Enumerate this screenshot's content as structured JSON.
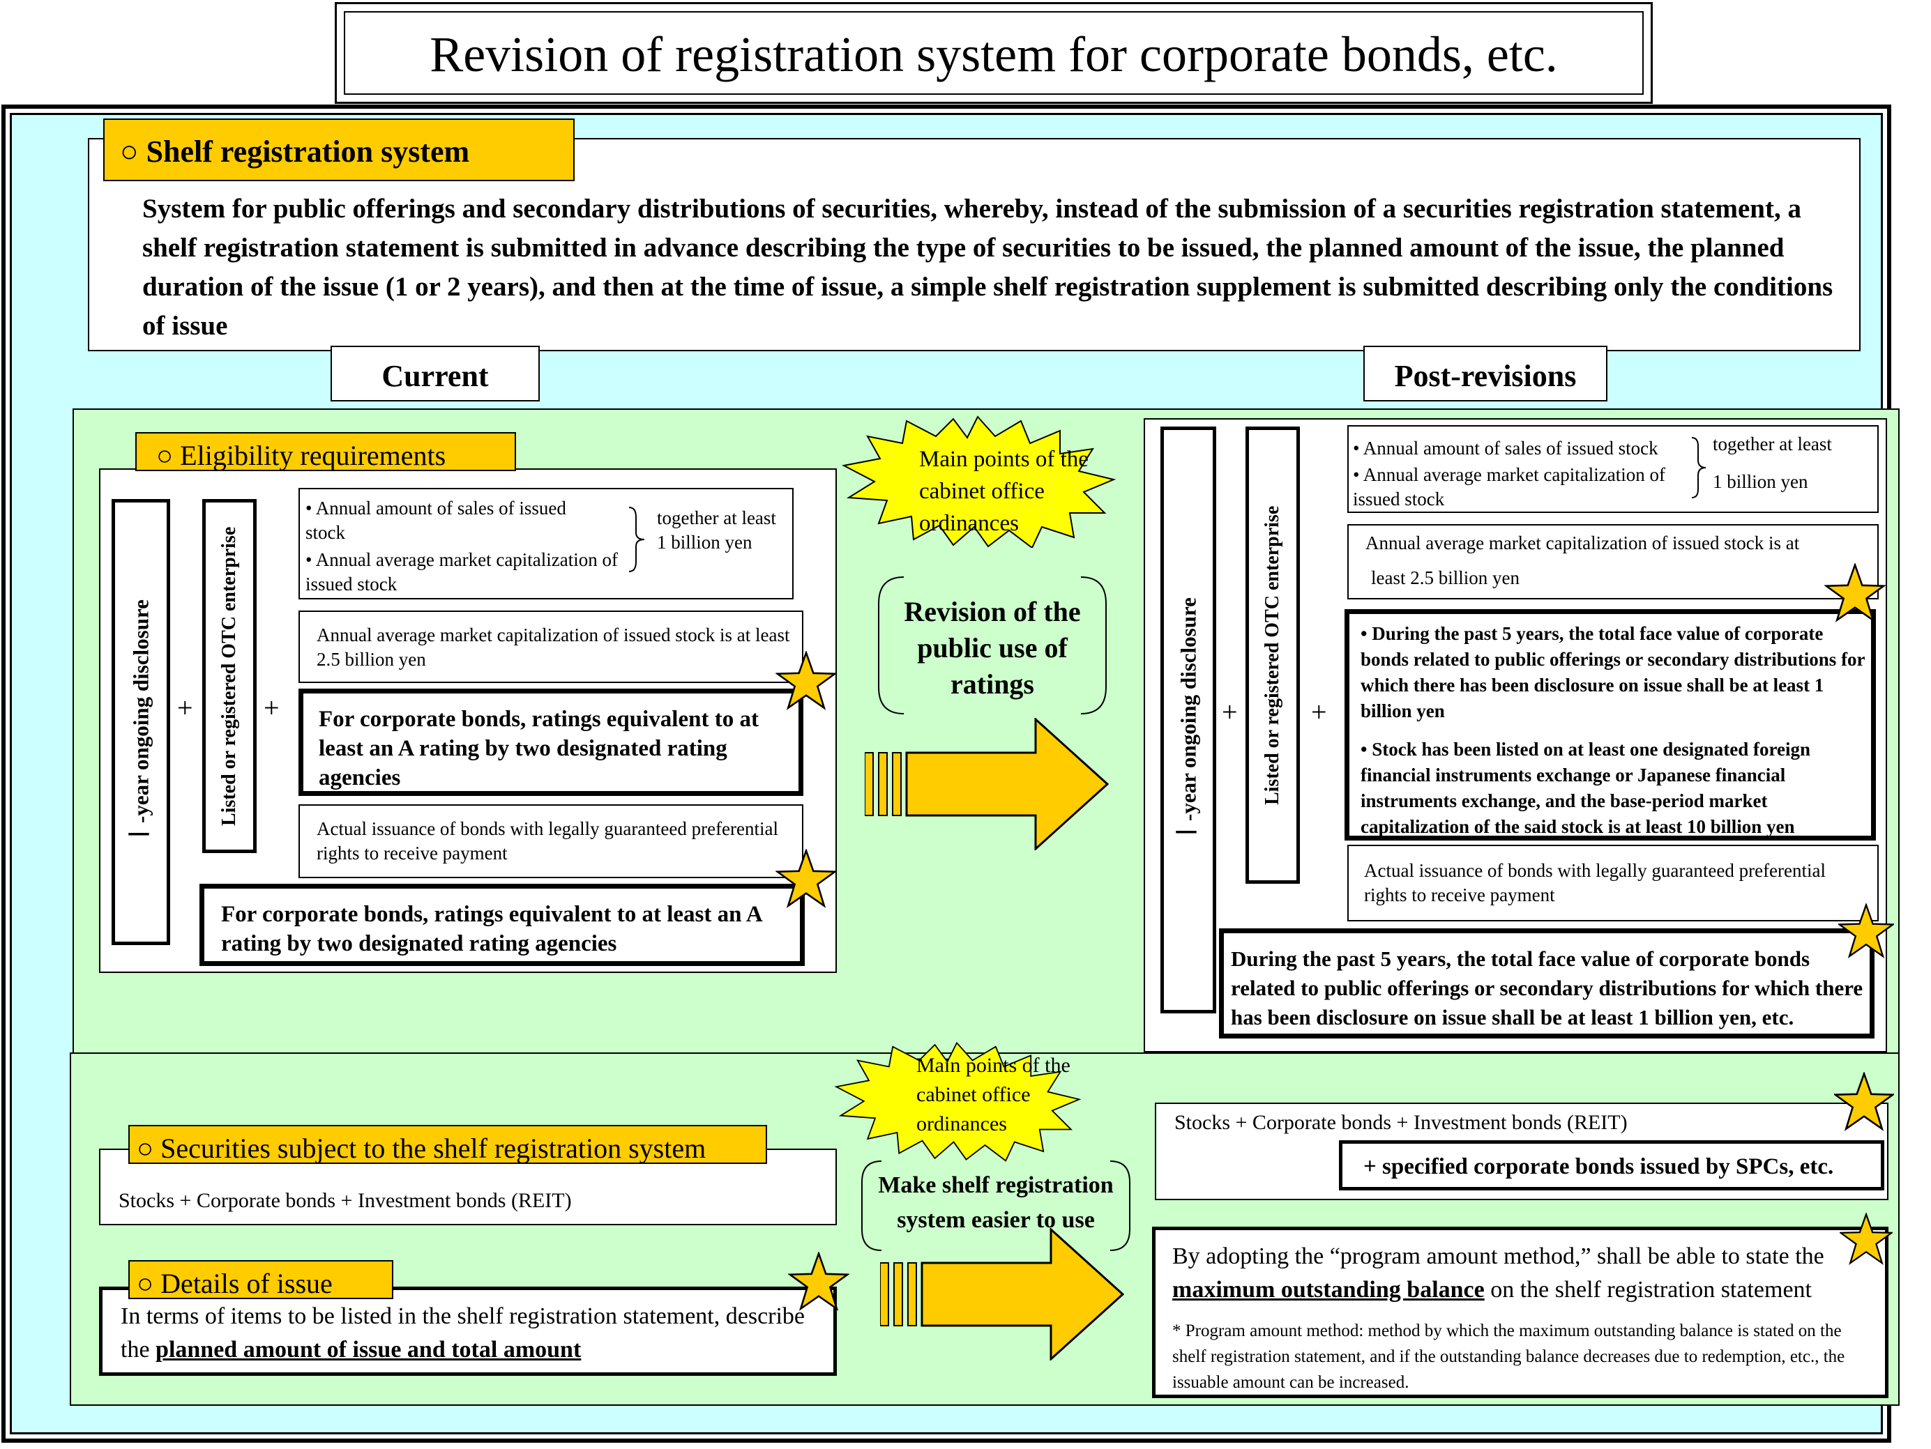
{
  "title": "Revision of registration system for corporate bonds, etc.",
  "shelf": {
    "heading": "Shelf registration system",
    "description": "System for public offerings and secondary distributions of securities, whereby, instead of the submission of a securities registration statement, a shelf registration statement is submitted in advance describing the type of securities to be issued, the planned amount of the issue, the planned duration of the issue (1 or 2 years), and then at the time of issue, a simple shelf registration supplement is submitted describing only the conditions of issue"
  },
  "tabs": {
    "current": "Current",
    "post": "Post-revisions"
  },
  "eligibility": {
    "heading": "Eligibility requirements",
    "disclosure_label": "一-year ongoing disclosure",
    "listed_label": "Listed or registered OTC enterprise",
    "plus": "+",
    "current": {
      "sales_bullet": "• Annual amount of sales of issued stock",
      "cap_bullet": "• Annual average market capitalization of issued stock",
      "together": "together at least 1 billion yen",
      "cap25": "Annual average market capitalization of issued stock is at least 2.5 billion yen",
      "ratings": "For corporate bonds, ratings equivalent to at least an A rating by two designated rating agencies",
      "guaranteed": "Actual issuance of bonds with legally guaranteed preferential rights to receive payment",
      "ratings2": "For corporate bonds, ratings equivalent to at least an A rating by two designated rating agencies"
    },
    "post": {
      "sales_bullet": "• Annual amount of sales of issued stock",
      "cap_bullet": "• Annual average market capitalization of issued stock",
      "together1": "together at least",
      "together2": "1 billion yen",
      "cap25_a": "Annual average market capitalization of issued stock is at",
      "cap25_b": "least 2.5 billion yen",
      "past5": "• During the past 5 years, the total face value of corporate bonds related to public offerings or secondary distributions for which there has been disclosure on issue shall be at least 1 billion yen",
      "foreign": "• Stock has been listed on at least one designated foreign financial instruments exchange or Japanese financial instruments exchange, and the base-period market capitalization of the said stock is at least 10 billion yen",
      "guaranteed": "Actual issuance of bonds with legally guaranteed preferential rights to receive payment",
      "past5b": "During the past 5 years, the total face value of corporate bonds related to public offerings or secondary distributions for which there has been disclosure on issue shall be at least 1 billion yen, etc."
    }
  },
  "burst1": "Main points of the cabinet office ordinances",
  "burst2": "Main points of the cabinet office ordinances",
  "middle1": "Revision of the public use of ratings",
  "middle2": "Make shelf registration system easier to use",
  "securities": {
    "heading": "Securities subject to the shelf registration system",
    "current": "Stocks + Corporate bonds + Investment bonds (REIT)",
    "post": "Stocks + Corporate bonds + Investment bonds (REIT)",
    "post_extra": "+ specified corporate bonds issued by SPCs, etc."
  },
  "details": {
    "heading": "Details of issue",
    "current_pre": "In terms of items to be listed in the shelf registration statement, describe the ",
    "current_ul": "planned amount of issue and total amount",
    "post_pre": "By adopting the “program amount method,” shall be able to state the ",
    "post_ul": "maximum outstanding balance",
    "post_post": " on the shelf registration statement",
    "note": "* Program amount method: method by which the maximum outstanding balance is stated on the shelf registration statement, and if the outstanding balance decreases due to redemption, etc., the issuable amount can be increased."
  },
  "colors": {
    "outer": "#ccffff",
    "panel": "#ccffcc",
    "accent": "#ffcc00"
  }
}
